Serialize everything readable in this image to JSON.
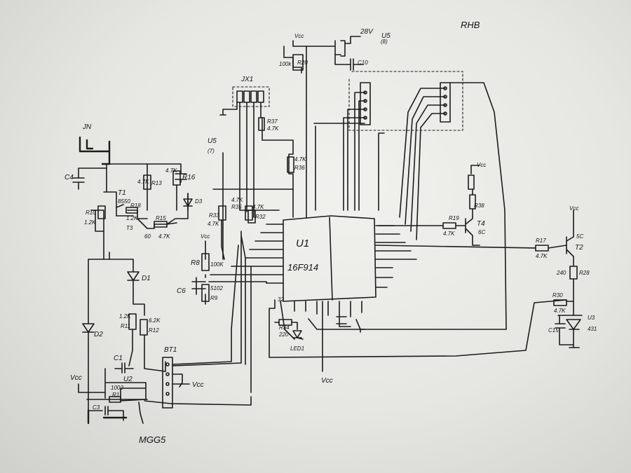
{
  "labels": {
    "rhb": "RHB",
    "v28": "28V",
    "u5_top": "U5",
    "u5_top_pin": "(8)",
    "vcc_top": "Vcc",
    "r20": "R20",
    "r20_val": "100k",
    "c10": "C10",
    "jx1": "JX1",
    "r37": "R37",
    "r37_val": "4.7K",
    "u5_mid": "U5",
    "u5_mid_pin": "(7)",
    "r36_val": "4.7K",
    "r36": "R36",
    "jn": "JN",
    "c4": "C4",
    "t1": "T1",
    "t1_type": "8550",
    "r13": "R13",
    "r13_val": "4.7K",
    "r16_val": "4.7K",
    "r16": "R16",
    "r10": "R10",
    "r10_val": "1.2K",
    "r18": "R18",
    "r18_val": "1.2K",
    "t3": "T3",
    "r15": "R15",
    "r15_val": "4.7K",
    "t3_val": "60",
    "d3": "D3",
    "r33": "R33",
    "r33_val": "4.7K",
    "r35": "R35",
    "r35_val": "4.7K",
    "r32": "R32",
    "r32_val": "4.7K",
    "vcc_r8": "Vcc",
    "r8": "R8",
    "r8_val": "100K",
    "c6": "C6",
    "r9": "R9",
    "r9_val": "5102",
    "u1": "U1",
    "u1_type": "16F914",
    "pin32": "32",
    "d1": "D1",
    "d2": "D2",
    "r11": "R11",
    "r11_val": "1.2K",
    "r12": "R12",
    "r12_val": "6.2K",
    "c1": "C1",
    "u2": "U2",
    "u2_val": "1002",
    "r1": "R1",
    "vcc_left": "Vcc",
    "c3": "C3",
    "bt1": "BT1",
    "vcc_bt": "Vcc",
    "mgg5": "MGG5",
    "r34": "R34",
    "r34_val": "220",
    "led1": "LED1",
    "vcc_bottom": "Vcc",
    "vcc_t4": "Vcc",
    "r38": "R38",
    "r19": "R19",
    "r19_val": "4.7K",
    "t4": "T4",
    "t4_val": "6C",
    "vcc_t2": "Vcc",
    "t2_val": "5C",
    "r17": "R17",
    "r17_val": "4.7K",
    "t2": "T2",
    "r28_val": "240",
    "r28": "R28",
    "r30": "R30",
    "r30_val": "4.7K",
    "c15": "C15",
    "u3": "U3",
    "u3_val": "431"
  }
}
